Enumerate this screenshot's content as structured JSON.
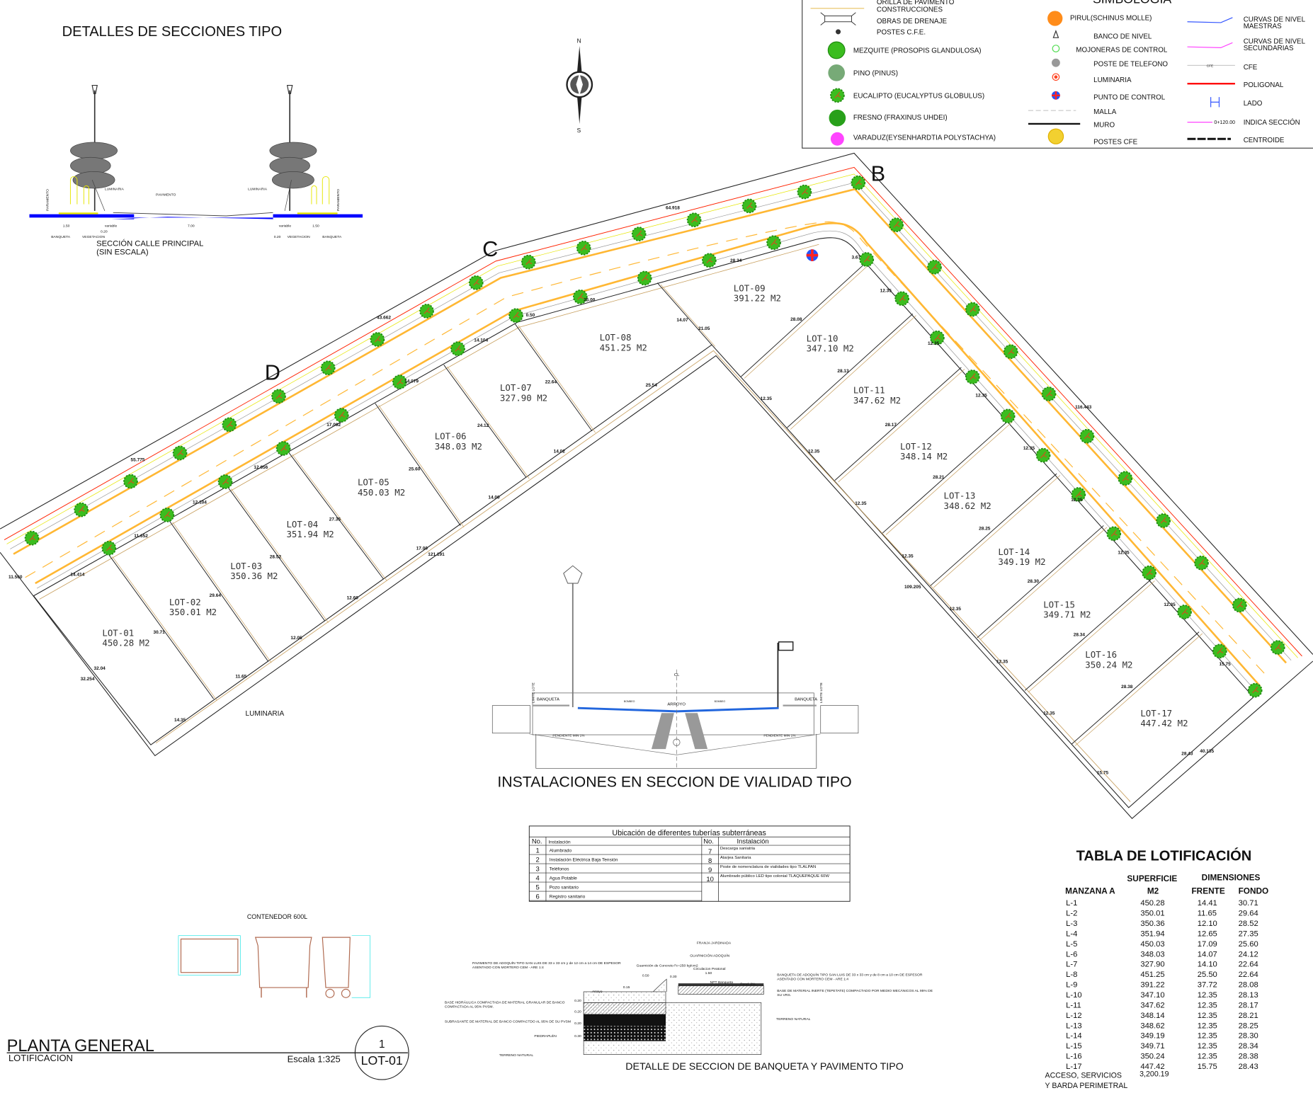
{
  "section_top": {
    "title": "DETALLES DE SECCIONES TIPO",
    "subtitle_1": "SECCIÓN CALLE PRINCIPAL",
    "subtitle_2": "(SIN ESCALA)",
    "labels": {
      "luminaria": "LUMINARIA",
      "pavimento": "PAVIMENTO",
      "paramento": "PARAMENTO",
      "banqueta": "BANQUETA",
      "vegetacion": "VEGETACION",
      "variable": "variable",
      "d150": "1.50",
      "d700": "7.00",
      "d020": "0.20"
    }
  },
  "compass": {
    "north": "N",
    "south": "S"
  },
  "legend": {
    "title": "SIMBOLOGIA",
    "col1": [
      "ORILLA DE PAVIMENTO",
      "CONSTRUCCIONES",
      "OBRAS DE DRENAJE",
      "POSTES C.F.E.",
      "MEZQUITE (PROSOPIS GLANDULOSA)",
      "PINO (PINUS)",
      "EUCALIPTO (EUCALYPTUS GLOBULUS)",
      "FRESNO (FRAXINUS UHDEI)",
      "VARADUZ(EYSENHARDTIA POLYSTACHYA)"
    ],
    "col2": [
      "PIRUL(SCHINUS MOLLE)",
      "BANCO DE NIVEL",
      "MOJONERAS DE CONTROL",
      "POSTE DE TELEFONO",
      "LUMINARIA",
      "PUNTO DE CONTROL",
      "MALLA",
      "MURO",
      "POSTES CFE"
    ],
    "col3": [
      "CURVAS DE NIVEL",
      "MAESTRAS",
      "CURVAS DE NIVEL",
      "SECUNDARIAS",
      "CFE",
      "POLIGONAL",
      "LADO",
      "INDICA SECCIÓN",
      "CENTROIDE"
    ],
    "cfe_tag": "CFE",
    "section_tag": "0+120.00",
    "colors": {
      "poligonal": "#ff0000",
      "curvas_maestras": "#3355ff",
      "curvas_secundarias": "#ff44ff",
      "orilla": "#e8c060"
    }
  },
  "plan": {
    "section_marks": [
      "B",
      "C",
      "D"
    ],
    "luminaria_label": "LUMINARIA",
    "lots": [
      {
        "name": "LOT-01",
        "area": "450.28  M2"
      },
      {
        "name": "LOT-02",
        "area": "350.01  M2"
      },
      {
        "name": "LOT-03",
        "area": "350.36  M2"
      },
      {
        "name": "LOT-04",
        "area": "351.94  M2"
      },
      {
        "name": "LOT-05",
        "area": "450.03  M2"
      },
      {
        "name": "LOT-06",
        "area": "348.03  M2"
      },
      {
        "name": "LOT-07",
        "area": "327.90  M2"
      },
      {
        "name": "LOT-08",
        "area": "451.25  M2"
      },
      {
        "name": "LOT-09",
        "area": "391.22  M2"
      },
      {
        "name": "LOT-10",
        "area": "347.10  M2"
      },
      {
        "name": "LOT-11",
        "area": "347.62  M2"
      },
      {
        "name": "LOT-12",
        "area": "348.14  M2"
      },
      {
        "name": "LOT-13",
        "area": "348.62  M2"
      },
      {
        "name": "LOT-14",
        "area": "349.19  M2"
      },
      {
        "name": "LOT-15",
        "area": "349.71  M2"
      },
      {
        "name": "LOT-16",
        "area": "350.24  M2"
      },
      {
        "name": "LOT-17",
        "area": "447.42  M2"
      }
    ],
    "dimensions": [
      "64.918",
      "43.662",
      "55.775",
      "11.560",
      "32.254",
      "32.04",
      "14.414",
      "11.652",
      "12.104",
      "12.656",
      "17.092",
      "14.079",
      "14.104",
      "0.50",
      "25.00",
      "28.34",
      "14.07",
      "21.05",
      "28.08",
      "3.67",
      "22.64",
      "24.12",
      "25.60",
      "27.35",
      "28.52",
      "29.64",
      "30.71",
      "14.35",
      "11.65",
      "12.05",
      "12.60",
      "17.00",
      "121.191",
      "14.00",
      "14.02",
      "25.54",
      "28.13",
      "28.17",
      "28.21",
      "28.25",
      "28.30",
      "28.34",
      "28.38",
      "28.43",
      "40.135",
      "15.75",
      "109.205",
      "116.443",
      "15.75",
      "12.35",
      "12.35",
      "12.35",
      "12.35",
      "12.35",
      "12.35",
      "12.35",
      "12.35",
      "12.35",
      "12.35",
      "12.35",
      "12.35",
      "12.35",
      "12.35"
    ]
  },
  "road_section": {
    "title": "INSTALACIONES EN SECCION DE VIALIDAD TIPO",
    "labels": {
      "banqueta": "BANQUETA",
      "arroyo": "ARROYO",
      "cl": "CL",
      "limite_lote": "LIMITE LOTE",
      "pendiente": "PENDIENTE MIN 1%",
      "bombeo": "BOMBEO"
    }
  },
  "pipes_table": {
    "title": "Ubicación de diferentes tuberías subterráneas",
    "header_no": "No.",
    "header_inst_left": "Instalación",
    "header_inst_right": "Instalación",
    "left": [
      {
        "no": "1",
        "name": "Alumbrado"
      },
      {
        "no": "2",
        "name": "Instalación Eléctrica Baja Tensión"
      },
      {
        "no": "3",
        "name": "Teléfonos"
      },
      {
        "no": "4",
        "name": "Agua Potable"
      },
      {
        "no": "5",
        "name": "Pozo sanitario"
      },
      {
        "no": "6",
        "name": "Registro sanitario"
      }
    ],
    "right": [
      {
        "no": "7",
        "name": "Descarga saniatria"
      },
      {
        "no": "8",
        "name": "Atarjea Sanitaria"
      },
      {
        "no": "9",
        "name": "Poste de nomenclatura de vialidades tipo TLALPAN"
      },
      {
        "no": "10",
        "name": "Alumbrado público LED tipo colonial TLAQUEPAQUE 60W"
      }
    ]
  },
  "lot_table": {
    "title": "TABLA DE LOTIFICACIÓN",
    "h_superficie": "SUPERFICIE",
    "h_dimensiones": "DIMENSIONES",
    "h_manzana": "MANZANA A",
    "h_m2": "M2",
    "h_frente": "FRENTE",
    "h_fondo": "FONDO",
    "rows": [
      {
        "lot": "L-1",
        "m2": "450.28",
        "frente": "14.41",
        "fondo": "30.71"
      },
      {
        "lot": "L-2",
        "m2": "350.01",
        "frente": "11.65",
        "fondo": "29.64"
      },
      {
        "lot": "L-3",
        "m2": "350.36",
        "frente": "12.10",
        "fondo": "28.52"
      },
      {
        "lot": "L-4",
        "m2": "351.94",
        "frente": "12.65",
        "fondo": "27.35"
      },
      {
        "lot": "L-5",
        "m2": "450.03",
        "frente": "17.09",
        "fondo": "25.60"
      },
      {
        "lot": "L-6",
        "m2": "348.03",
        "frente": "14.07",
        "fondo": "24.12"
      },
      {
        "lot": "L-7",
        "m2": "327.90",
        "frente": "14.10",
        "fondo": "22.64"
      },
      {
        "lot": "L-8",
        "m2": "451.25",
        "frente": "25.50",
        "fondo": "22.64"
      },
      {
        "lot": "L-9",
        "m2": "391.22",
        "frente": "37.72",
        "fondo": "28.08"
      },
      {
        "lot": "L-10",
        "m2": "347.10",
        "frente": "12.35",
        "fondo": "28.13"
      },
      {
        "lot": "L-11",
        "m2": "347.62",
        "frente": "12.35",
        "fondo": "28.17"
      },
      {
        "lot": "L-12",
        "m2": "348.14",
        "frente": "12.35",
        "fondo": "28.21"
      },
      {
        "lot": "L-13",
        "m2": "348.62",
        "frente": "12.35",
        "fondo": "28.25"
      },
      {
        "lot": "L-14",
        "m2": "349.19",
        "frente": "12.35",
        "fondo": "28.30"
      },
      {
        "lot": "L-15",
        "m2": "349.71",
        "frente": "12.35",
        "fondo": "28.34"
      },
      {
        "lot": "L-16",
        "m2": "350.24",
        "frente": "12.35",
        "fondo": "28.38"
      },
      {
        "lot": "L-17",
        "m2": "447.42",
        "frente": "15.75",
        "fondo": "28.43"
      }
    ],
    "access_label_1": "ACCESO, SERVICIOS",
    "access_label_2": "Y BARDA PERIMETRAL",
    "access_m2": "3,200.19"
  },
  "container": {
    "title": "CONTENEDOR 600L"
  },
  "pavement_detail": {
    "title": "DETALLE DE SECCION DE BANQUETA Y PAVIMENTO TIPO",
    "notes": [
      "FRANJA JARDINADA",
      "GUARNICIÓN ADOQUÍN",
      "PAVIMENTO DE ADOQUÍN TIPO SAN LUIS DE 33 x 33 cm y de 12 cm a 14 cm  DE ESPESOR",
      "ASENTADO CON MORTERO CEM - ARE 1:4",
      "Guarnición de Concreto f'c=250 kg/cm2",
      "Circulacion Peatonal",
      "BANQUETA DE ADOQUÍN TIPO SAN LUIS DE 33 x 33 cm y de 8 cm a 10 cm  DE ESPESOR",
      "ASENTADO CON MORTERO CEM - ARE 1:4",
      "BASE DE MATERIAL INERTE (TEPETATE) COMPACTADO POR MEDIO MECÁNICOS AL 95% DE",
      "SU VRS.",
      "BASE HIDRÁULICA COMPACTADA DE MATERIAL GRANULAR DE BANCO",
      "COMPACTADA AL 95% PVSM.",
      "SUBRASANTE DE MATERIAL DE BANCO COMPACTDO AL 95% DE SU PVSM",
      "PIEDRAPLÉN",
      "TERRENO NATURAL",
      "TERRENO NATURAL",
      "Arroyo",
      "NPT Banqueta",
      "Pend. 2%"
    ],
    "dims": [
      "0.50",
      "0.30",
      "0.15",
      "1.50",
      "0.20",
      "0.20",
      "0.20",
      "0.30"
    ]
  },
  "title_block": {
    "title": "PLANTA GENERAL",
    "subtitle": "LOTIFICACION",
    "scale": "Escala 1:325",
    "sheet_number": "1",
    "sheet_code": "LOT-01"
  }
}
